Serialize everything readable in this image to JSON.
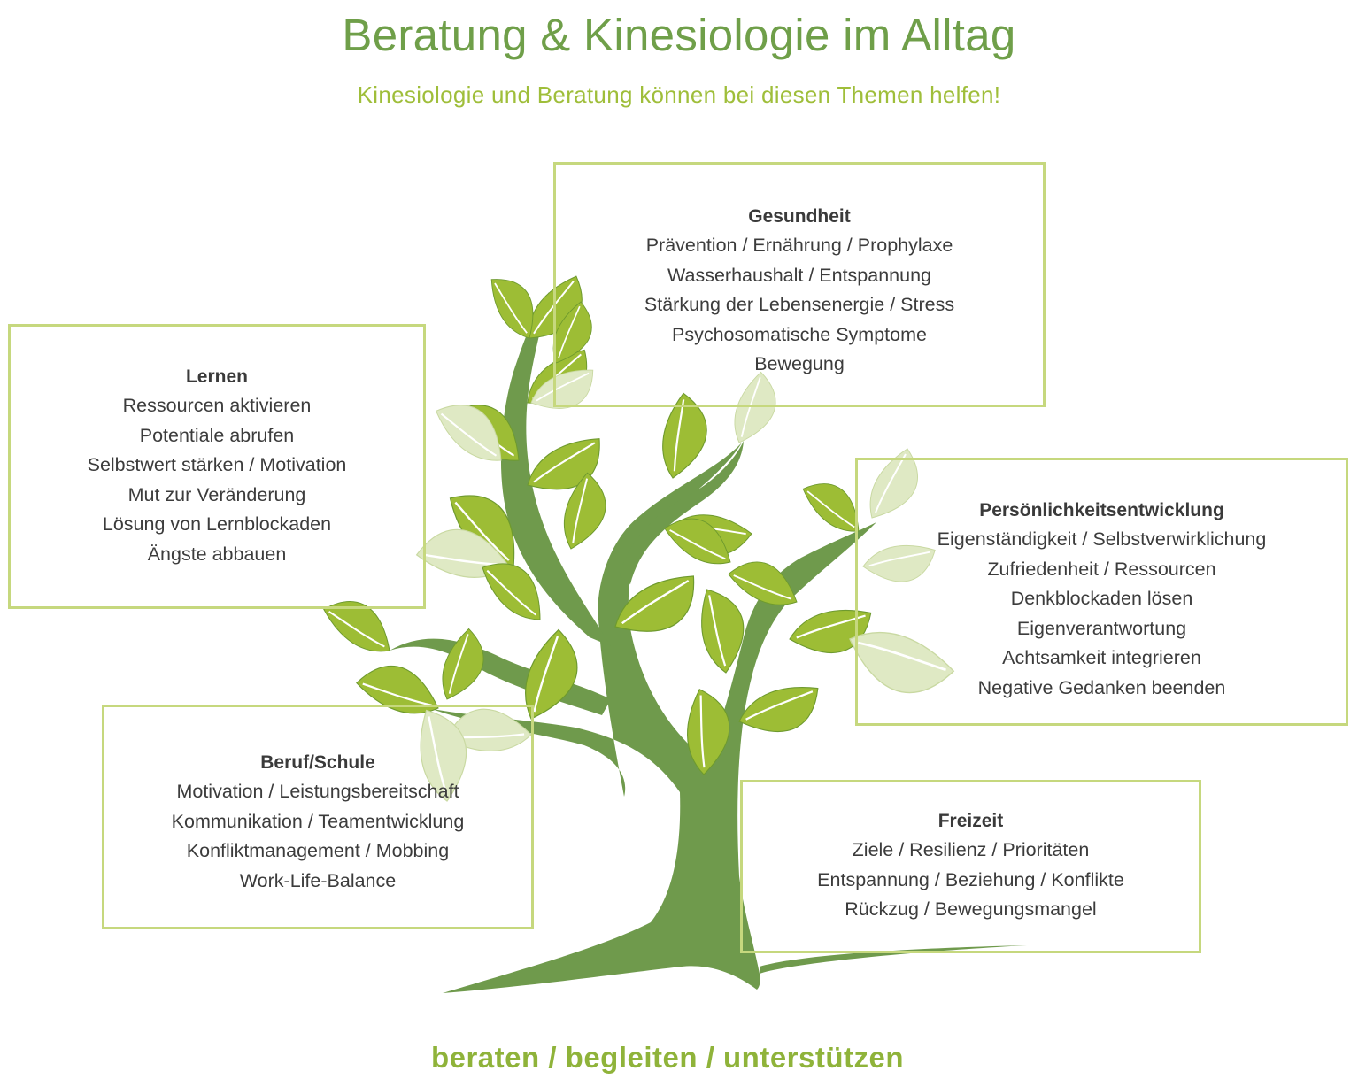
{
  "header": {
    "title": "Beratung & Kinesiologie im Alltag",
    "subtitle": "Kinesiologie und Beratung können bei diesen Themen helfen!"
  },
  "footer": {
    "tagline": "beraten / begleiten / unterstützen"
  },
  "colors": {
    "trunk": "#6f9a4c",
    "leaf": "#9dbd35",
    "leaf_light": "#dfe9c4",
    "box_border": "#c6d87e",
    "title": "#6f9f49",
    "subtitle": "#9fbe3a"
  },
  "topics": {
    "gesundheit": {
      "heading": "Gesundheit",
      "lines": [
        "Prävention / Ernährung / Prophylaxe",
        "Wasserhaushalt / Entspannung",
        "Stärkung der Lebensenergie / Stress",
        "Psychosomatische Symptome",
        "Bewegung"
      ]
    },
    "lernen": {
      "heading": "Lernen",
      "lines": [
        "Ressourcen aktivieren",
        "Potentiale abrufen",
        "Selbstwert stärken / Motivation",
        "Mut zur Veränderung",
        "Lösung von Lernblockaden",
        "Ängste abbauen"
      ]
    },
    "persoenlichkeit": {
      "heading": "Persönlichkeitsentwicklung",
      "lines": [
        "Eigenständigkeit / Selbstverwirklichung",
        "Zufriedenheit / Ressourcen",
        "Denkblockaden lösen",
        "Eigenverantwortung",
        "Achtsamkeit integrieren",
        "Negative Gedanken beenden"
      ]
    },
    "beruf": {
      "heading": "Beruf/Schule",
      "lines": [
        "Motivation / Leistungsbereitschaft",
        "Kommunikation / Teamentwicklung",
        "Konfliktmanagement / Mobbing",
        "Work-Life-Balance"
      ]
    },
    "freizeit": {
      "heading": "Freizeit",
      "lines": [
        "Ziele / Resilienz  / Prioritäten",
        "Entspannung  / Beziehung / Konflikte",
        "Rückzug / Bewegungsmangel"
      ]
    }
  }
}
